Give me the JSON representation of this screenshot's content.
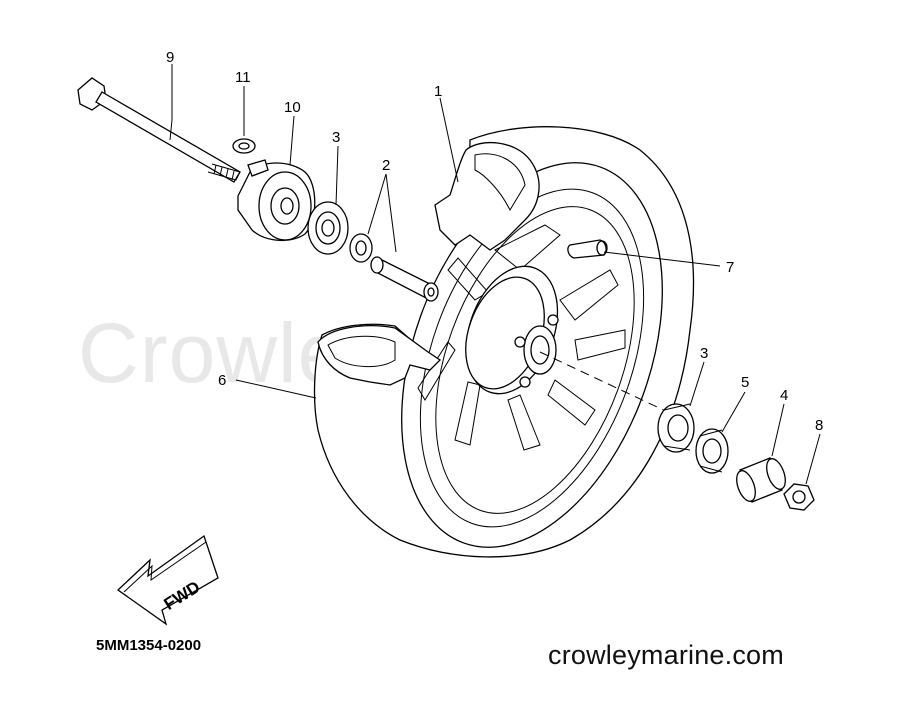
{
  "watermark": "Crowley Marine",
  "diagram_code": "5MM1354-0200",
  "website": "crowleymarine.com",
  "direction_label": "FWD",
  "callouts": {
    "c1": "1",
    "c2": "2",
    "c3a": "3",
    "c3b": "3",
    "c4": "4",
    "c5": "5",
    "c6": "6",
    "c7": "7",
    "c8": "8",
    "c9": "9",
    "c10": "10",
    "c11": "11"
  },
  "icons": {
    "direction": "fwd-arrow-icon"
  }
}
